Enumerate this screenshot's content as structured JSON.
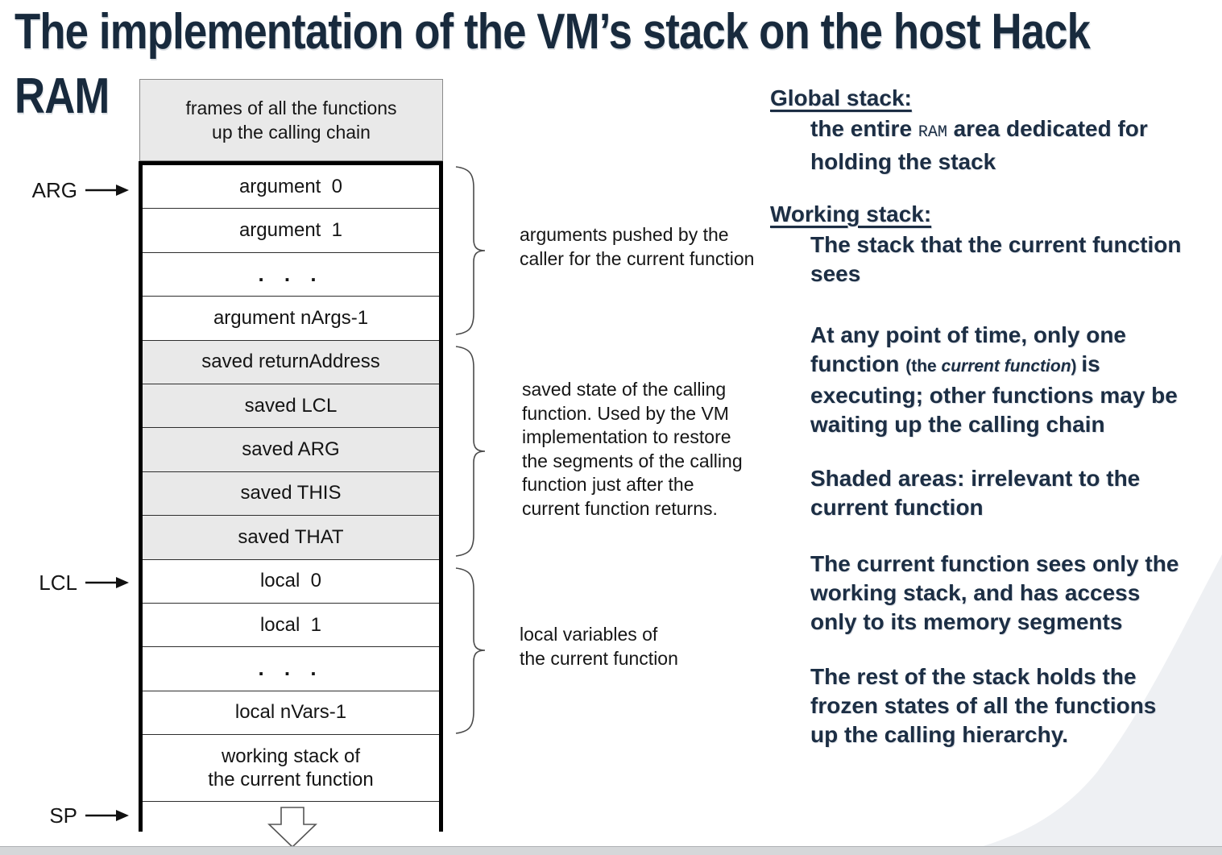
{
  "title": {
    "line1": "The implementation of the VM’s stack on the host Hack",
    "line2": "RAM"
  },
  "colors": {
    "title_navy": "#182a3d",
    "text_navy": "#1c2e44",
    "shaded_cell": "#e9e9e9",
    "footer_bar": "#d5d7d9"
  },
  "stack": {
    "header_lines": [
      "frames of all the functions",
      "up the calling chain"
    ],
    "cells": [
      {
        "label": "argument  0"
      },
      {
        "label": "argument  1"
      },
      {
        "label": ". . ."
      },
      {
        "label": "argument nArgs-1"
      },
      {
        "label": "saved returnAddress"
      },
      {
        "label": "saved LCL"
      },
      {
        "label": "saved ARG"
      },
      {
        "label": "saved THIS"
      },
      {
        "label": "saved THAT"
      },
      {
        "label": "local  0"
      },
      {
        "label": "local  1"
      },
      {
        "label": ". . ."
      },
      {
        "label": "local nVars-1"
      }
    ],
    "working_lines": [
      "working stack of",
      "the current function"
    ]
  },
  "pointers": {
    "arg": "ARG",
    "lcl": "LCL",
    "sp": "SP"
  },
  "annotations": {
    "args": [
      "arguments pushed by the",
      "caller for the current function"
    ],
    "saved": [
      "saved state of the calling",
      "function. Used by the VM",
      "implementation to restore",
      "the segments of the calling",
      "function just after the",
      "current function returns."
    ],
    "locals": [
      "local variables of",
      "the current function"
    ]
  },
  "right_column": {
    "global": {
      "heading": "Global stack:",
      "line1_pre": "the entire",
      "line1_mono": "RAM",
      "line1_post": "area dedicated for",
      "line2": "holding the stack"
    },
    "working": {
      "heading": "Working stack:",
      "lines": [
        "The stack that the current function",
        "sees"
      ]
    },
    "para_any_point": {
      "line1": "At any point of time, only one",
      "line2_pre": "function",
      "line2_small_pre": "(the ",
      "line2_italic": "current function",
      "line2_small_post": ") ",
      "line2_post": "is",
      "line3": "executing; other functions may be",
      "line4": "waiting up the calling chain"
    },
    "para_shaded": [
      "Shaded areas: irrelevant to the",
      "current function"
    ],
    "para_sees": [
      "The current function sees only the",
      "working stack, and has access",
      "only to its memory segments"
    ],
    "para_rest": [
      "The rest of the stack holds the",
      "frozen states of all the functions",
      "up the calling hierarchy."
    ]
  }
}
